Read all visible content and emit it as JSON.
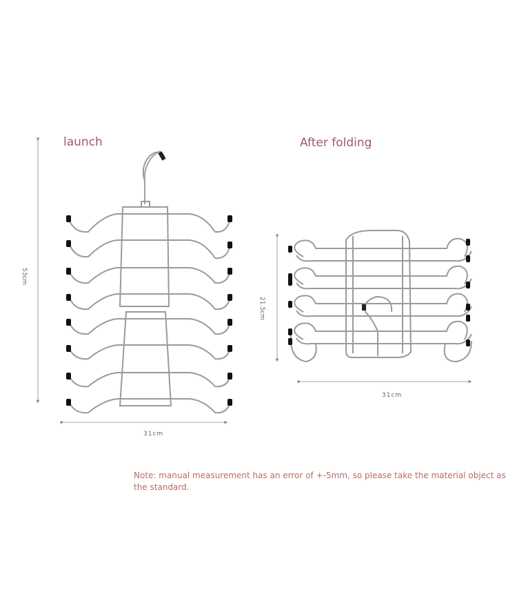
{
  "titles": {
    "launch": "launch",
    "after_folding": "After folding"
  },
  "dimensions": {
    "launch_height": "53cm",
    "launch_width": "31cm",
    "folded_height": "21.5cm",
    "folded_width": "31cm"
  },
  "note": "Note: manual measurement has an error of +-5mm, so please take the material object as the standard.",
  "colors": {
    "label_text": "#a15a64",
    "note_text": "#b86a6a",
    "wire": "#9a9a9a",
    "tip": "#111111"
  }
}
